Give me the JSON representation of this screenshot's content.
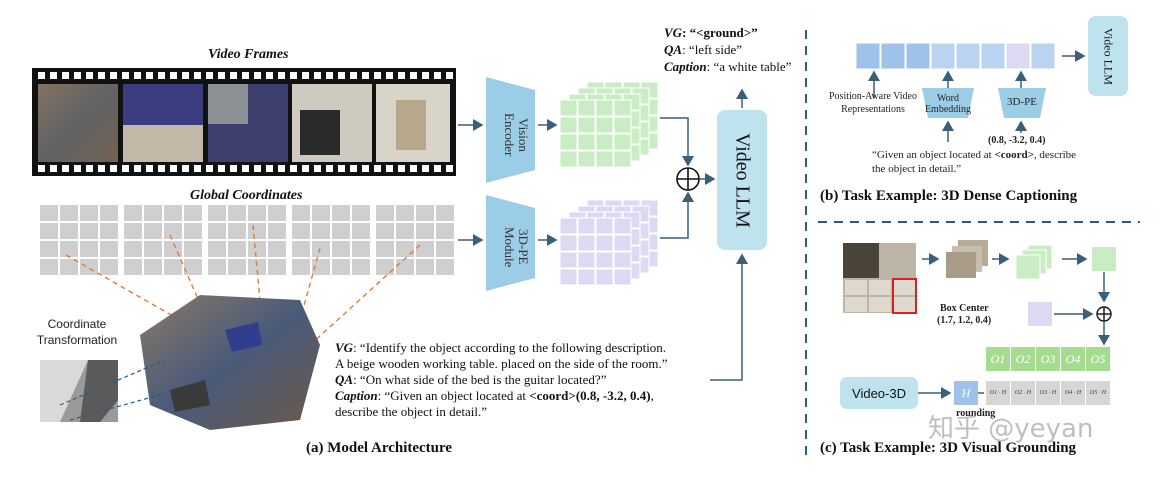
{
  "left": {
    "video_frames_title": "Video Frames",
    "global_coords_title": "Global Coordinates",
    "coord_transform_label": "Coordinate Transformation",
    "vision_encoder_label": "Vision Encoder",
    "pe_module_label": "3D-PE Module",
    "video_llm_label": "Video LLM",
    "outputs": {
      "vg_key": "VG",
      "vg_val": ": “<ground>”",
      "qa_key": "QA",
      "qa_val": ": “left side”",
      "cap_key": "Caption",
      "cap_val": ": “a white table”"
    },
    "prompts": {
      "vg_key": "VG",
      "vg_line1": ": “Identify the object according to the following description.",
      "vg_line2": "A beige wooden working table. placed on the side of the room.”",
      "qa_key": "QA",
      "qa_val": ": “On what side of the bed is the guitar located?”",
      "cap_key": "Caption",
      "cap_line1": ": “Given an object located at ",
      "cap_coord": "<coord>",
      "cap_nums": "(0.8, -3.2, 0.4)",
      "cap_line1_end": ",",
      "cap_line2": "describe the object in detail.”"
    },
    "caption": "(a) Model Architecture"
  },
  "dense_caption": {
    "video_llm_label": "Video LLM",
    "pos_aware_line1": "Position-Aware Video",
    "pos_aware_line2": "Representations",
    "word_emb_line1": "Word",
    "word_emb_line2": "Embedding",
    "pe_label": "3D-PE",
    "coords": "(0.8, -3.2, 0.4)",
    "prompt_line1_a": "“Given an object located at ",
    "prompt_coord": "<coord>",
    "prompt_line1_b": ", describe",
    "prompt_line2": "the object in detail.”",
    "caption": "(b) Task Example: 3D Dense Captioning"
  },
  "visual_grounding": {
    "box_center_label": "Box Center",
    "box_center_value": "(1.7, 1.2, 0.4)",
    "video3d_label": "Video-3D",
    "h_label": "H",
    "grounding_partial": "rounding",
    "o_labels": [
      "O1",
      "O2",
      "O3",
      "O4",
      "O5"
    ],
    "dot_labels": [
      "O1 · H",
      "O2 · H",
      "O3 · H",
      "O4 · H",
      "O5 · H"
    ],
    "caption": "(c) Task Example: 3D Visual Grounding"
  },
  "watermark": "知乎 @yeyan",
  "colors": {
    "llm_blue": "#bfe2ef",
    "encoder_blue": "#9ccde6",
    "green_feature": "#c9ecc4",
    "purple_feature": "#dcd9f3",
    "grid_gray": "#cfcfcf",
    "orange_dash": "#e07b39",
    "divider_blue": "#2a5c8a",
    "arrow_dark": "#3a5f78",
    "emb_blue": "#9fc2ea"
  }
}
